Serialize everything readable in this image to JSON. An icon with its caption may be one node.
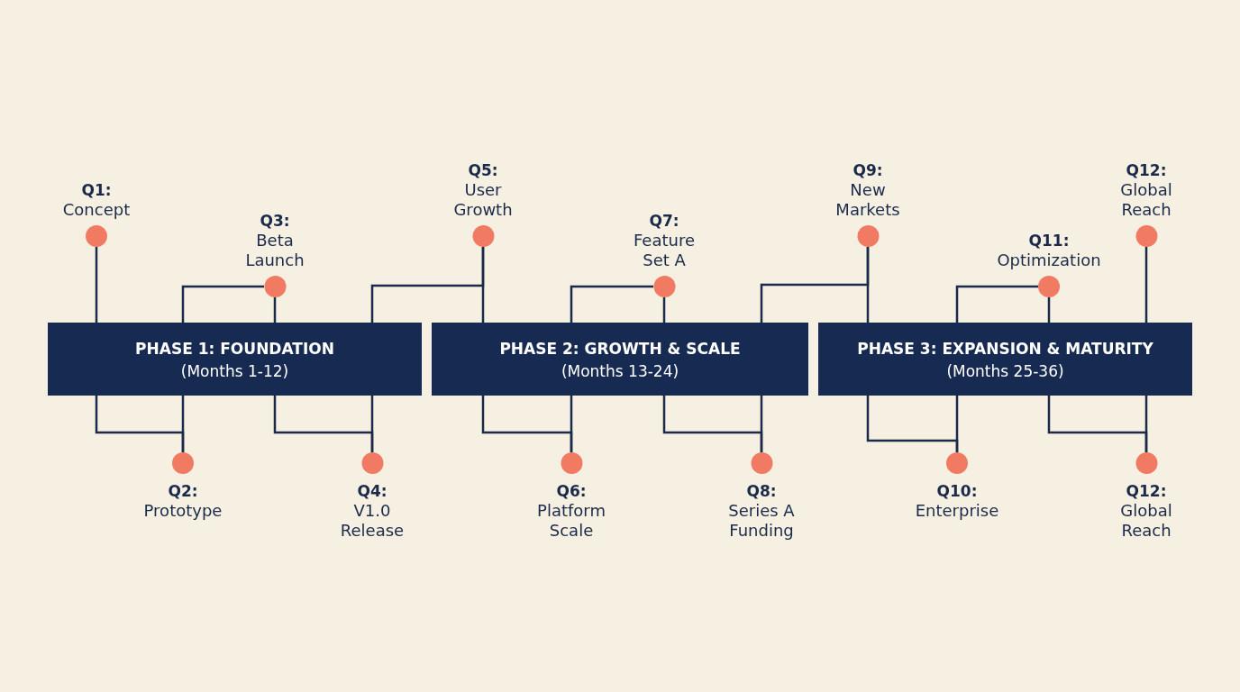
{
  "diagram": {
    "nodes": [
      {
        "text": [
          "PHASE 1: FOUNDATION",
          "(Months 1-12)"
        ]
      },
      {
        "text": [
          "PHASE 2: GROWTH & SCALE",
          "(Months 13-24)"
        ]
      },
      {
        "text": [
          "PHASE 3: EXPANSION & MATURITY",
          "(Months 25-36)"
        ]
      },
      {
        "text": [
          "Q1:",
          "Concept"
        ]
      },
      {
        "text": [
          "Q2:",
          "Prototype"
        ]
      },
      {
        "text": [
          "Q3:",
          "Beta Launch"
        ]
      },
      {
        "text": [
          "Q4:",
          "V1.0 Release"
        ]
      },
      {
        "text": [
          "Q5:",
          "User Growth"
        ]
      },
      {
        "text": [
          "Q6:",
          "Platform Scale"
        ]
      },
      {
        "text": [
          "Q7:",
          "Feature Set A"
        ]
      },
      {
        "text": [
          "Q8:",
          "Series A Funding"
        ]
      },
      {
        "text": [
          "Q9:",
          "New Markets"
        ]
      },
      {
        "text": [
          "Q10:",
          "Enterprise"
        ]
      },
      {
        "text": [
          "Q11:",
          "Optimization"
        ]
      },
      {
        "text": [
          "Q12:",
          "Global Reach"
        ]
      },
      {
        "text": [
          "Q12:",
          "Global Reach"
        ]
      }
    ],
    "edges": [
      {
        "from": 3,
        "to": 0,
        "arrow": "none"
      },
      {
        "from": 4,
        "to": 0,
        "arrow": "none"
      },
      {
        "from": 4,
        "to": 0,
        "arrow": "none"
      },
      {
        "from": 5,
        "to": 0,
        "arrow": "none"
      },
      {
        "from": 5,
        "to": 0,
        "arrow": "none"
      },
      {
        "from": 6,
        "to": 0,
        "arrow": "none"
      },
      {
        "from": 6,
        "to": 0,
        "arrow": "none"
      },
      {
        "from": 7,
        "to": 0,
        "arrow": "none"
      },
      {
        "from": 7,
        "to": 1,
        "arrow": "none"
      },
      {
        "from": 8,
        "to": 1,
        "arrow": "none"
      },
      {
        "from": 8,
        "to": 1,
        "arrow": "none"
      },
      {
        "from": 9,
        "to": 1,
        "arrow": "none"
      },
      {
        "from": 9,
        "to": 1,
        "arrow": "none"
      },
      {
        "from": 10,
        "to": 1,
        "arrow": "none"
      },
      {
        "from": 10,
        "to": 1,
        "arrow": "none"
      },
      {
        "from": 11,
        "to": 1,
        "arrow": "none"
      },
      {
        "from": 11,
        "to": 2,
        "arrow": "none"
      },
      {
        "from": 12,
        "to": 2,
        "arrow": "none"
      },
      {
        "from": 12,
        "to": 2,
        "arrow": "none"
      },
      {
        "from": 13,
        "to": 2,
        "arrow": "none"
      },
      {
        "from": 13,
        "to": 2,
        "arrow": "none"
      },
      {
        "from": 14,
        "to": 2,
        "arrow": "none"
      },
      {
        "from": 15,
        "to": 2,
        "arrow": "none"
      },
      {
        "from": 15,
        "to": 2,
        "arrow": "none"
      }
    ]
  }
}
